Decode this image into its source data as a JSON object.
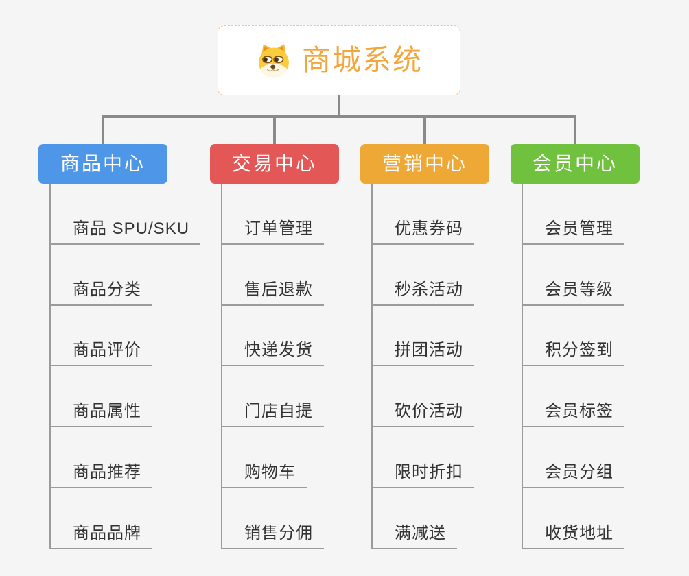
{
  "root": {
    "title": "商城系统",
    "icon": "doge-icon"
  },
  "branches": [
    {
      "label": "商品中心",
      "color": "#4d96e8",
      "items": [
        "商品 SPU/SKU",
        "商品分类",
        "商品评价",
        "商品属性",
        "商品推荐",
        "商品品牌"
      ]
    },
    {
      "label": "交易中心",
      "color": "#e35757",
      "items": [
        "订单管理",
        "售后退款",
        "快递发货",
        "门店自提",
        "购物车",
        "销售分佣"
      ]
    },
    {
      "label": "营销中心",
      "color": "#eea835",
      "items": [
        "优惠券码",
        "秒杀活动",
        "拼团活动",
        "砍价活动",
        "限时折扣",
        "满减送"
      ]
    },
    {
      "label": "会员中心",
      "color": "#6fc13e",
      "items": [
        "会员管理",
        "会员等级",
        "积分签到",
        "会员标签",
        "会员分组",
        "收货地址"
      ]
    }
  ],
  "colors": {
    "background": "#f5f5f5",
    "connector": "#8a8a8a",
    "leaf_line": "#9b9b9b",
    "leaf_text": "#333333",
    "root_text": "#f2a63c",
    "root_border": "#f3c27f",
    "branch_text": "#ffffff"
  }
}
